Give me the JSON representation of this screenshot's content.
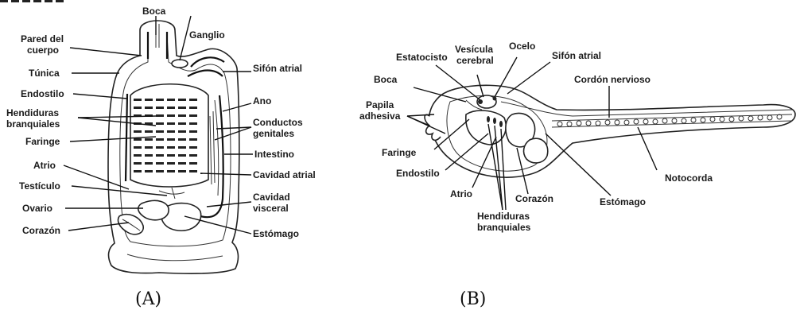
{
  "panels": {
    "a": {
      "caption": "(A)",
      "labels": {
        "boca": "Boca",
        "ganglio": "Ganglio",
        "pared1": "Pared del",
        "pared2": "cuerpo",
        "sifon": "Sifón atrial",
        "tunica": "Túnica",
        "endostilo": "Endostilo",
        "ano": "Ano",
        "hend1": "Hendiduras",
        "hend2": "branquiales",
        "cond1": "Conductos",
        "cond2": "genitales",
        "faringe": "Faringe",
        "intestino": "Intestino",
        "atrio": "Atrio",
        "cavatrial": "Cavidad atrial",
        "testiculo": "Testículo",
        "cavv1": "Cavidad",
        "cavv2": "visceral",
        "ovario": "Ovario",
        "corazon": "Corazón",
        "estomago": "Estómago"
      }
    },
    "b": {
      "caption": "(B)",
      "labels": {
        "ocelo": "Ocelo",
        "vesi1": "Vesícula",
        "vesi2": "cerebral",
        "estato": "Estatocisto",
        "sifon": "Sifón atrial",
        "boca": "Boca",
        "cordon": "Cordón nervioso",
        "papila1": "Papila",
        "papila2": "adhesiva",
        "faringe": "Faringe",
        "endostilo": "Endostilo",
        "notocorda": "Notocorda",
        "atrio": "Atrio",
        "corazon": "Corazón",
        "estomago": "Estómago",
        "hend1": "Hendiduras",
        "hend2": "branquiales"
      }
    }
  }
}
